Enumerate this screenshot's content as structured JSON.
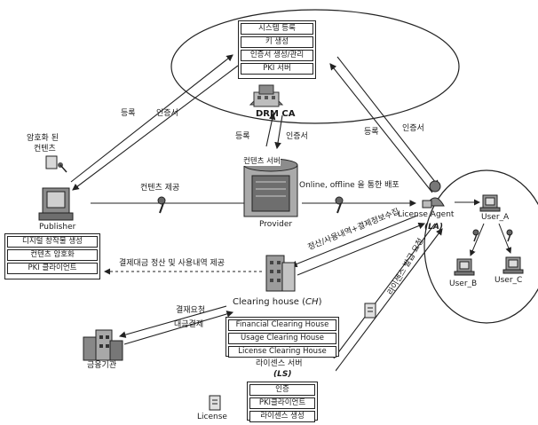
{
  "drm_ca": {
    "name": "DRM CA",
    "functions": [
      "시스템 등록",
      "키 생성",
      "인증서 생성/관리",
      "PKI 서버"
    ]
  },
  "publisher": {
    "name": "Publisher",
    "functions": [
      "디지털 창작물 생성",
      "컨텐츠 암호화",
      "PKI 클라이언트"
    ]
  },
  "provider": {
    "name": "Provider",
    "server_label": "컨텐츠 서버"
  },
  "license_agent": {
    "name": "License Agent",
    "abbr": "(LA)"
  },
  "users": [
    "User_A",
    "User_B",
    "User_C"
  ],
  "clearing_house": {
    "name": "Clearing house",
    "abbr": "CH",
    "functions": [
      "Financial Clearing House",
      "Usage Clearing House",
      "License Clearing House"
    ]
  },
  "license_server": {
    "name": "라이센스 서버",
    "abbr": "(LS)",
    "functions": [
      "인증",
      "PKI클라이언트",
      "라이센스 생성"
    ]
  },
  "financial_institution": "금융기관",
  "license_label": "License",
  "labels": {
    "register_left": "등록",
    "cert_left": "인증서",
    "register_mid": "등록",
    "cert_mid": "인증서",
    "register_right": "등록",
    "cert_right": "인증서",
    "encrypted_content_1": "암호화 된",
    "encrypted_content_2": "컨텐츠",
    "content_provide": "컨텐츠 제공",
    "distribution": "Online, offline 을 통한 배포",
    "settlement": "결제대금 정산 및 사용내역 제공",
    "usage_payment": "정산/사용내역+결제정보수집",
    "payment_request": "결재요청",
    "payment_settle": "대금결제",
    "license_request": "라이센스 발급 요청"
  }
}
